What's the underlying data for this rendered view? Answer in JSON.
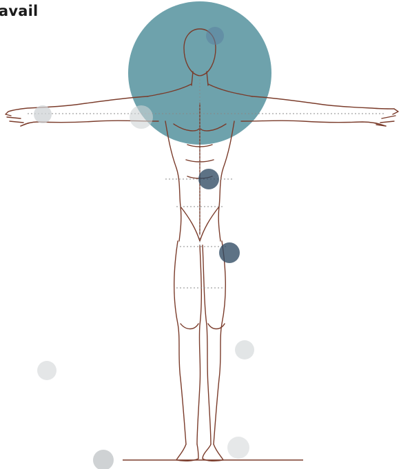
{
  "heading": "avail",
  "colors": {
    "outline": "#7a3b2a",
    "guide": "#888888",
    "large_circle": "#4e8d9a",
    "dark_marker": "#2f4a63",
    "light_marker": "#cfd3d6"
  },
  "markers": [
    {
      "name": "head-circle",
      "tone": "large"
    },
    {
      "name": "face-marker",
      "tone": "mid"
    },
    {
      "name": "abdomen-marker",
      "tone": "dark"
    },
    {
      "name": "thigh-marker",
      "tone": "dark"
    },
    {
      "name": "left-hand-marker",
      "tone": "faint"
    },
    {
      "name": "left-elbow-marker",
      "tone": "faint"
    },
    {
      "name": "knee-marker",
      "tone": "faint"
    },
    {
      "name": "floating-marker",
      "tone": "faint"
    },
    {
      "name": "ankle-marker",
      "tone": "faint"
    },
    {
      "name": "floor-marker",
      "tone": "faint"
    }
  ]
}
